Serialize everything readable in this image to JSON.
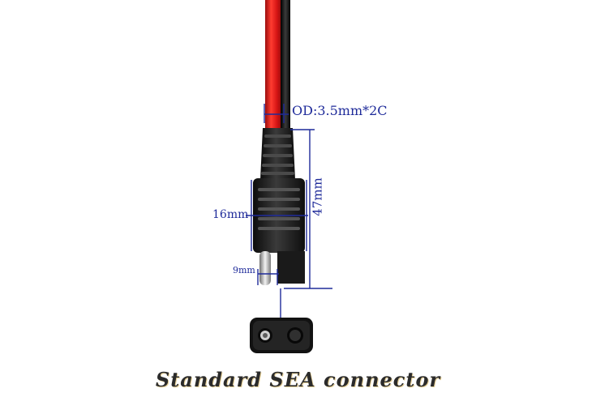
{
  "labels": {
    "outer_diameter": "OD:3.5mm*2C",
    "length": "47mm",
    "width": "16mm",
    "pin": "9mm"
  },
  "caption": "Standard SEA connector",
  "colors": {
    "dimension_lines": "#1f2b9a",
    "wire_red": "#e31b1b",
    "wire_black": "#141414",
    "connector_body": "#1b1b1b"
  }
}
